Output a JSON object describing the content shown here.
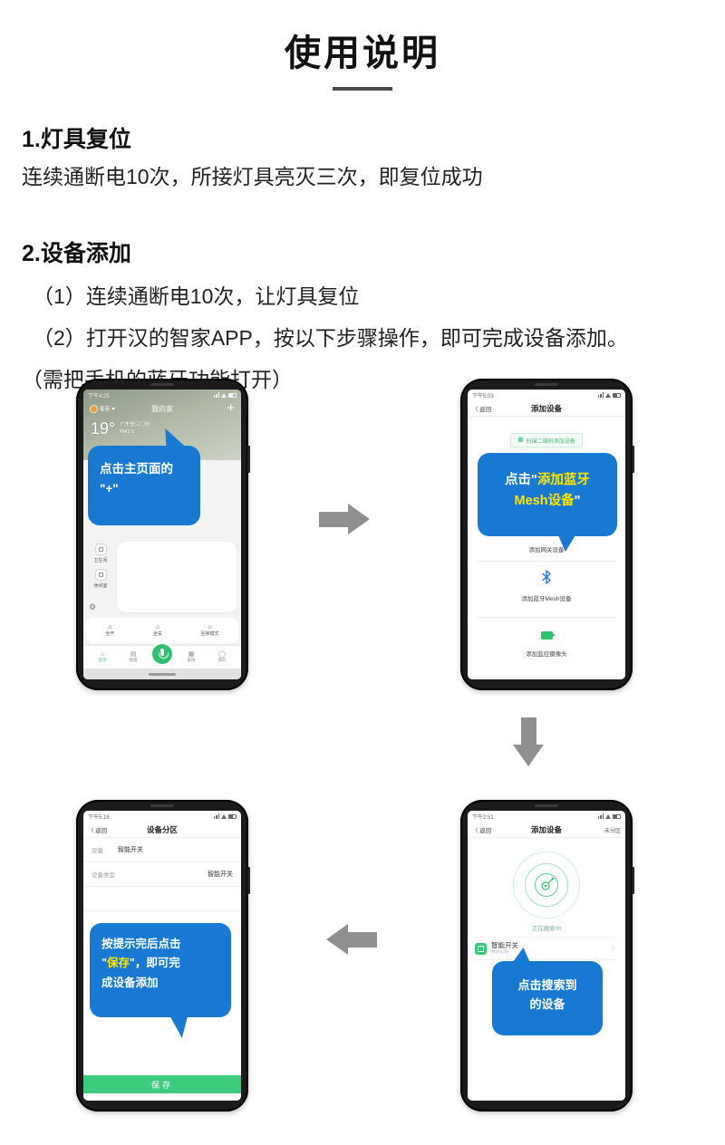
{
  "doc": {
    "title": "使用说明",
    "s1_heading": "1.灯具复位",
    "s1_body": "连续通断电10次，所接灯具亮灭三次，即复位成功",
    "s2_heading": "2.设备添加",
    "s2_step1": "（1）连续通断电10次，让灯具复位",
    "s2_step2": "（2）打开汉的智家APP，按以下步骤操作，即可完成设备添加。",
    "s2_note": "（需把手机的蓝牙功能打开）"
  },
  "phone1": {
    "time": "下午4:25",
    "user": "星苗",
    "title": "我的家",
    "plus": "+",
    "temp": "19°",
    "city": "广东省江门市",
    "pm": "PM2.5",
    "bubble1": "点击主页面的",
    "bubble2": "\"+\"",
    "room1": "卫生间",
    "room2": "休闲室",
    "sc1": "全开",
    "sc2": "全关",
    "sc3": "回家模式",
    "nav1": "首页",
    "nav2": "情景",
    "nav3": "安防",
    "nav4": "我的"
  },
  "phone2": {
    "time": "下午5:03",
    "back": "〈 返回",
    "title": "添加设备",
    "scan": "扫描二维码添加设备",
    "b_pre": "点击\"",
    "b_hl1": "添加蓝牙",
    "b_hl2": "Mesh设备",
    "b_suf": "\"",
    "item1": "添加网关设备",
    "item2": "添加蓝牙Mesh设备",
    "item3": "添加监控摄像头"
  },
  "phone3": {
    "time": "下午2:51",
    "back": "〈 返回",
    "title": "添加设备",
    "corner": "未分区",
    "searching": "正在搜索中",
    "device": "智能开关",
    "device_sub": "剩余52秒",
    "chevron": "〉",
    "bubble1": "点击搜索到",
    "bubble2": "的设备"
  },
  "phone4": {
    "time": "下午5:16",
    "back": "〈 返回",
    "title": "设备分区",
    "r1_label": "设备",
    "r1_value": "智能开关",
    "r2_label": "设备类型",
    "r2_value": "智能开关",
    "bubble1": "按提示完后点击",
    "b2_pre": "\"",
    "b2_hl": "保存",
    "b2_suf": "\"，即可完",
    "bubble3": "成设备添加",
    "save": "保存"
  },
  "colors": {
    "bubble_blue": "#1779d2",
    "highlight_yellow": "#ffe400",
    "app_green": "#2fbf71",
    "arrow_gray": "#8f8f8f"
  }
}
